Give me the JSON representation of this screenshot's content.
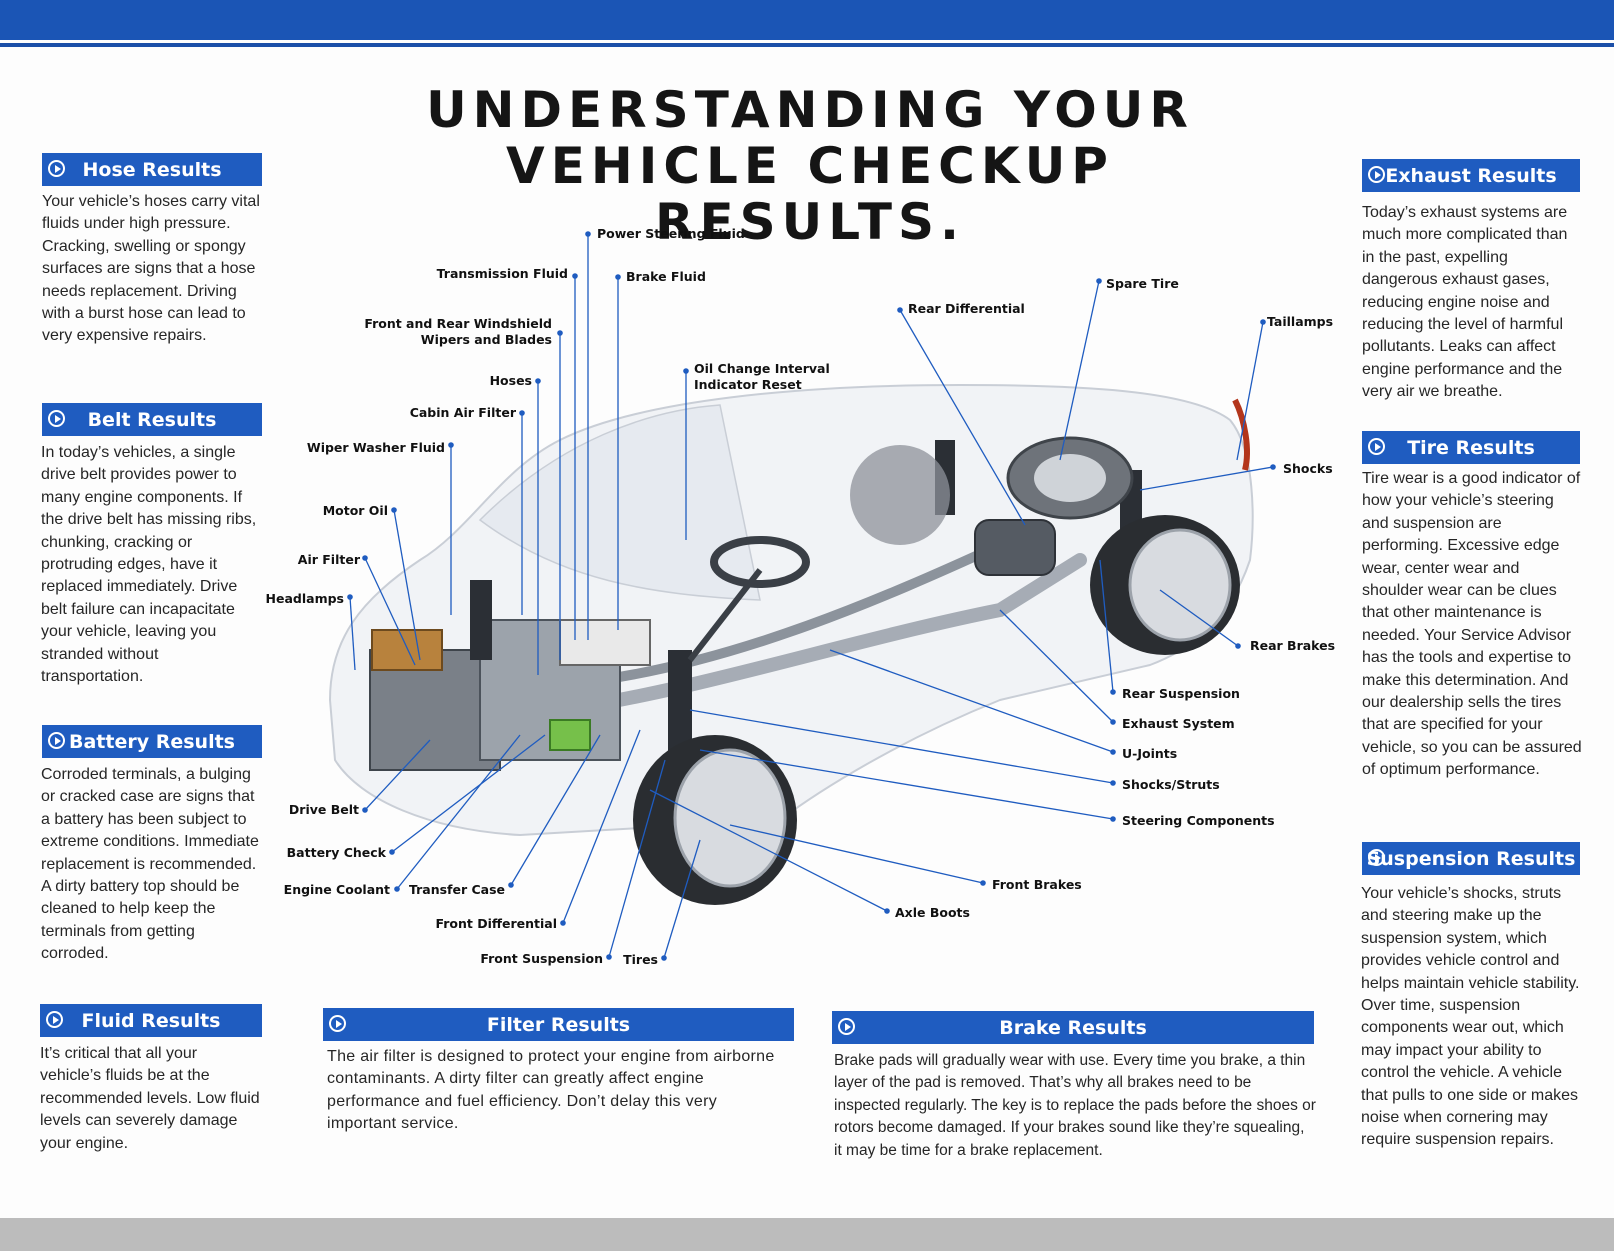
{
  "title": {
    "line1": "UNDERSTANDING YOUR",
    "line2": "VEHICLE CHECKUP RESULTS."
  },
  "sections": {
    "hose": {
      "title": "Hose Results",
      "text": "Your vehicle’s hoses carry vital fluids under high pressure. Cracking, swelling or spongy surfaces are signs that a hose needs replacement. Driving with a burst hose can lead to very expensive repairs."
    },
    "belt": {
      "title": "Belt Results",
      "text": "In today’s vehicles, a single drive belt provides power to many engine components. If the drive belt has missing ribs, chunking, cracking or protruding edges, have it replaced immediately. Drive belt failure can incapacitate your vehicle, leaving you stranded without transportation."
    },
    "battery": {
      "title": "Battery Results",
      "text": "Corroded terminals, a bulging or cracked case are signs that a battery has been subject to extreme conditions. Immediate replacement is recommended. A dirty battery top should be cleaned to help keep the terminals from getting corroded."
    },
    "fluid": {
      "title": "Fluid Results",
      "text": "It’s critical that all your vehicle’s fluids be at the recommended levels. Low fluid levels can severely damage your engine."
    },
    "filter": {
      "title": "Filter Results",
      "text": "The air filter is designed to protect your engine from airborne contaminants. A dirty filter can greatly affect engine performance and fuel efficiency. Don’t delay this very important service."
    },
    "brake": {
      "title": "Brake Results",
      "text": "Brake pads will gradually wear with use. Every time you brake, a thin layer of the pad is removed. That’s why all brakes need to be inspected regularly. The key is to replace the pads before the shoes or rotors become damaged. If your brakes sound like they’re squealing, it may be time for a brake replacement."
    },
    "exhaust": {
      "title": "Exhaust Results",
      "text": "Today’s exhaust systems are much more complicated than in the past, expelling dangerous exhaust gases, reducing engine noise and reducing the level of harmful pollutants. Leaks can affect engine performance and the very air we breathe."
    },
    "tire": {
      "title": "Tire Results",
      "text": "Tire wear is a good indicator of how your vehicle’s steering and suspension are performing. Excessive edge wear, center wear and shoulder wear can be clues that other maintenance is needed. Your Service Advisor has the tools and expertise to make this determination. And our dealership sells the tires that are specified for your vehicle, so you can be assured of optimum performance."
    },
    "suspension": {
      "title": "Suspension Results",
      "text": "Your vehicle’s shocks, struts and steering make up the suspension system, which provides vehicle control and helps maintain vehicle stability. Over time, suspension components wear out, which may impact your ability to control the vehicle. A vehicle that pulls to one side or makes noise when cornering may require suspension repairs."
    }
  },
  "diagram_labels": {
    "power_steering_fluid": "Power Steering Fluid",
    "transmission_fluid": "Transmission Fluid",
    "brake_fluid": "Brake Fluid",
    "windshield_wipers_1": "Front and Rear Windshield",
    "windshield_wipers_2": "Wipers and Blades",
    "hoses": "Hoses",
    "oil_change_1": "Oil Change Interval",
    "oil_change_2": "Indicator Reset",
    "cabin_air_filter": "Cabin Air Filter",
    "wiper_washer_fluid": "Wiper Washer Fluid",
    "motor_oil": "Motor Oil",
    "air_filter": "Air Filter",
    "headlamps": "Headlamps",
    "drive_belt": "Drive Belt",
    "battery_check": "Battery Check",
    "engine_coolant": "Engine Coolant",
    "transfer_case": "Transfer Case",
    "front_differential": "Front Differential",
    "front_suspension": "Front Suspension",
    "tires": "Tires",
    "axle_boots": "Axle Boots",
    "front_brakes": "Front Brakes",
    "steering_components": "Steering Components",
    "shocks_struts": "Shocks/Struts",
    "u_joints": "U-Joints",
    "exhaust_system": "Exhaust System",
    "rear_suspension": "Rear Suspension",
    "rear_brakes": "Rear Brakes",
    "shocks": "Shocks",
    "taillamps": "Taillamps",
    "spare_tire": "Spare Tire",
    "rear_differential": "Rear Differential"
  },
  "colors": {
    "accent": "#1f5cc0",
    "band": "#1b55b5",
    "leader": "#1f5cc0"
  }
}
